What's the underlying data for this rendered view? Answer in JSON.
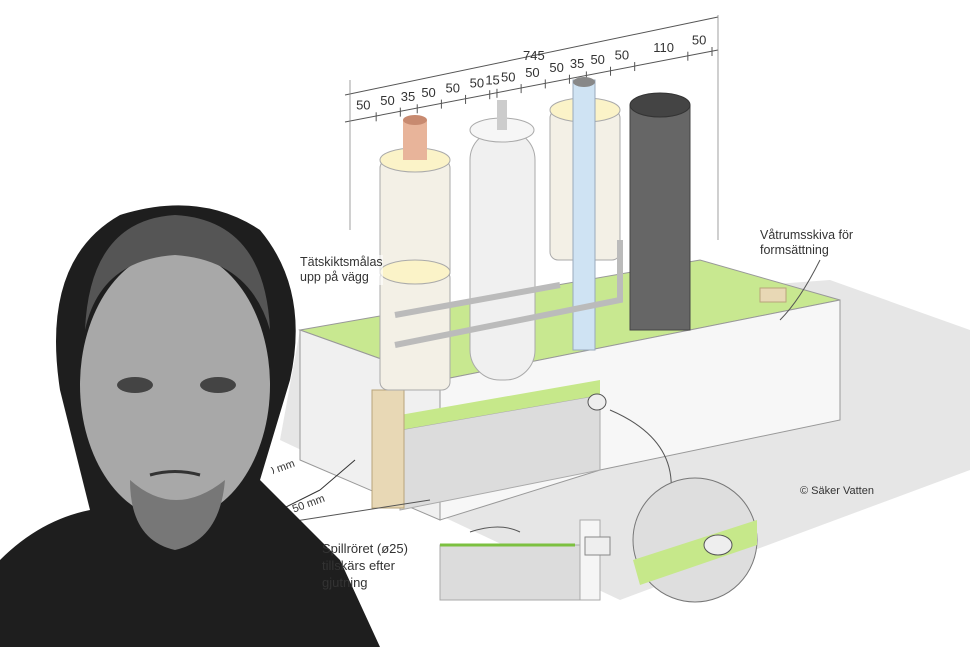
{
  "diagram": {
    "total_dimension": "745",
    "dimensions": [
      "50",
      "50",
      "35",
      "50",
      "50",
      "50",
      "15",
      "50",
      "50",
      "50",
      "35",
      "50",
      "50",
      "110",
      "50"
    ],
    "labels": {
      "membrane_note_line1": "Tätskiktsmålas",
      "membrane_note_line2": "upp på vägg",
      "board_note_line1": "Våtrumsskiva för",
      "board_note_line2": "formsättning",
      "copyright": "© Säker Vatten",
      "dim_upper": "50 mm",
      "dim_lower": "50 mm",
      "overflow_line1": "Spillröret (ø25)",
      "overflow_line2": "tillskärs efter",
      "overflow_line3": "gjutning"
    }
  },
  "colors": {
    "membrane_green": "#c6e88a",
    "concrete": "#dcdcdc",
    "wood": "#e8d8b5",
    "insulation": "#fbf3c8",
    "copper": "#e8b49a",
    "pipe_dark": "#555555"
  }
}
